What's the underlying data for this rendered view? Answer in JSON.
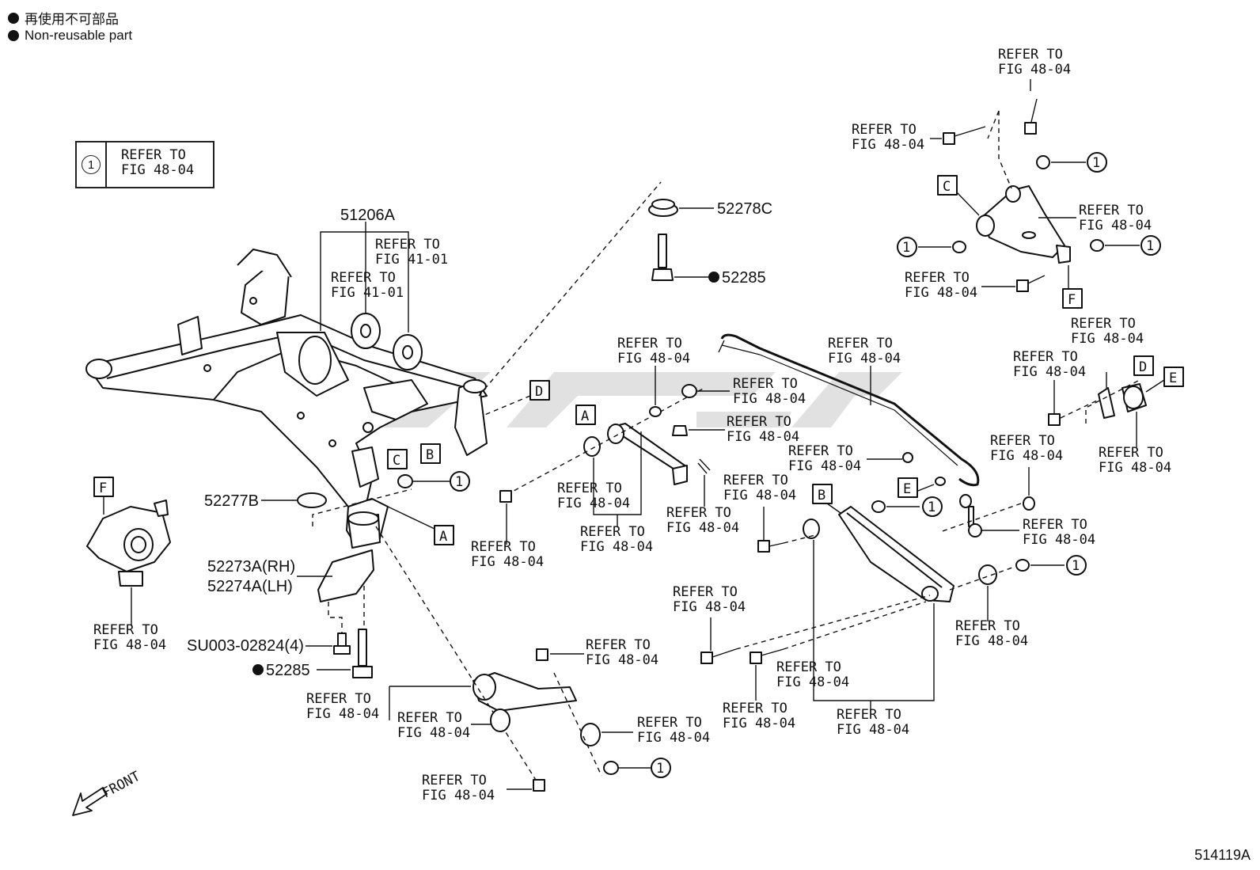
{
  "legend": {
    "japanese": "再使用不可部品",
    "english": "Non-reusable part"
  },
  "reference_box": {
    "number": "1",
    "text_line1": "REFER TO",
    "text_line2": "FIG 48-04"
  },
  "callouts": {
    "refer_to": "REFER TO",
    "fig_48_04": "FIG 48-04",
    "fig_41_01": "FIG 41-01",
    "circled_one": "1",
    "front": "FRONT"
  },
  "part_numbers": {
    "p51206A": "51206A",
    "p52278C": "52278C",
    "p52285_top": "52285",
    "p52277B": "52277B",
    "p52273A": "52273A(RH)",
    "p52274A": "52274A(LH)",
    "pSU003": "SU003-02824(4)",
    "p52285_bottom": "52285"
  },
  "box_letters": {
    "A": "A",
    "B": "B",
    "C": "C",
    "D": "D",
    "E": "E",
    "F": "F"
  },
  "drawing_number": "514119A"
}
